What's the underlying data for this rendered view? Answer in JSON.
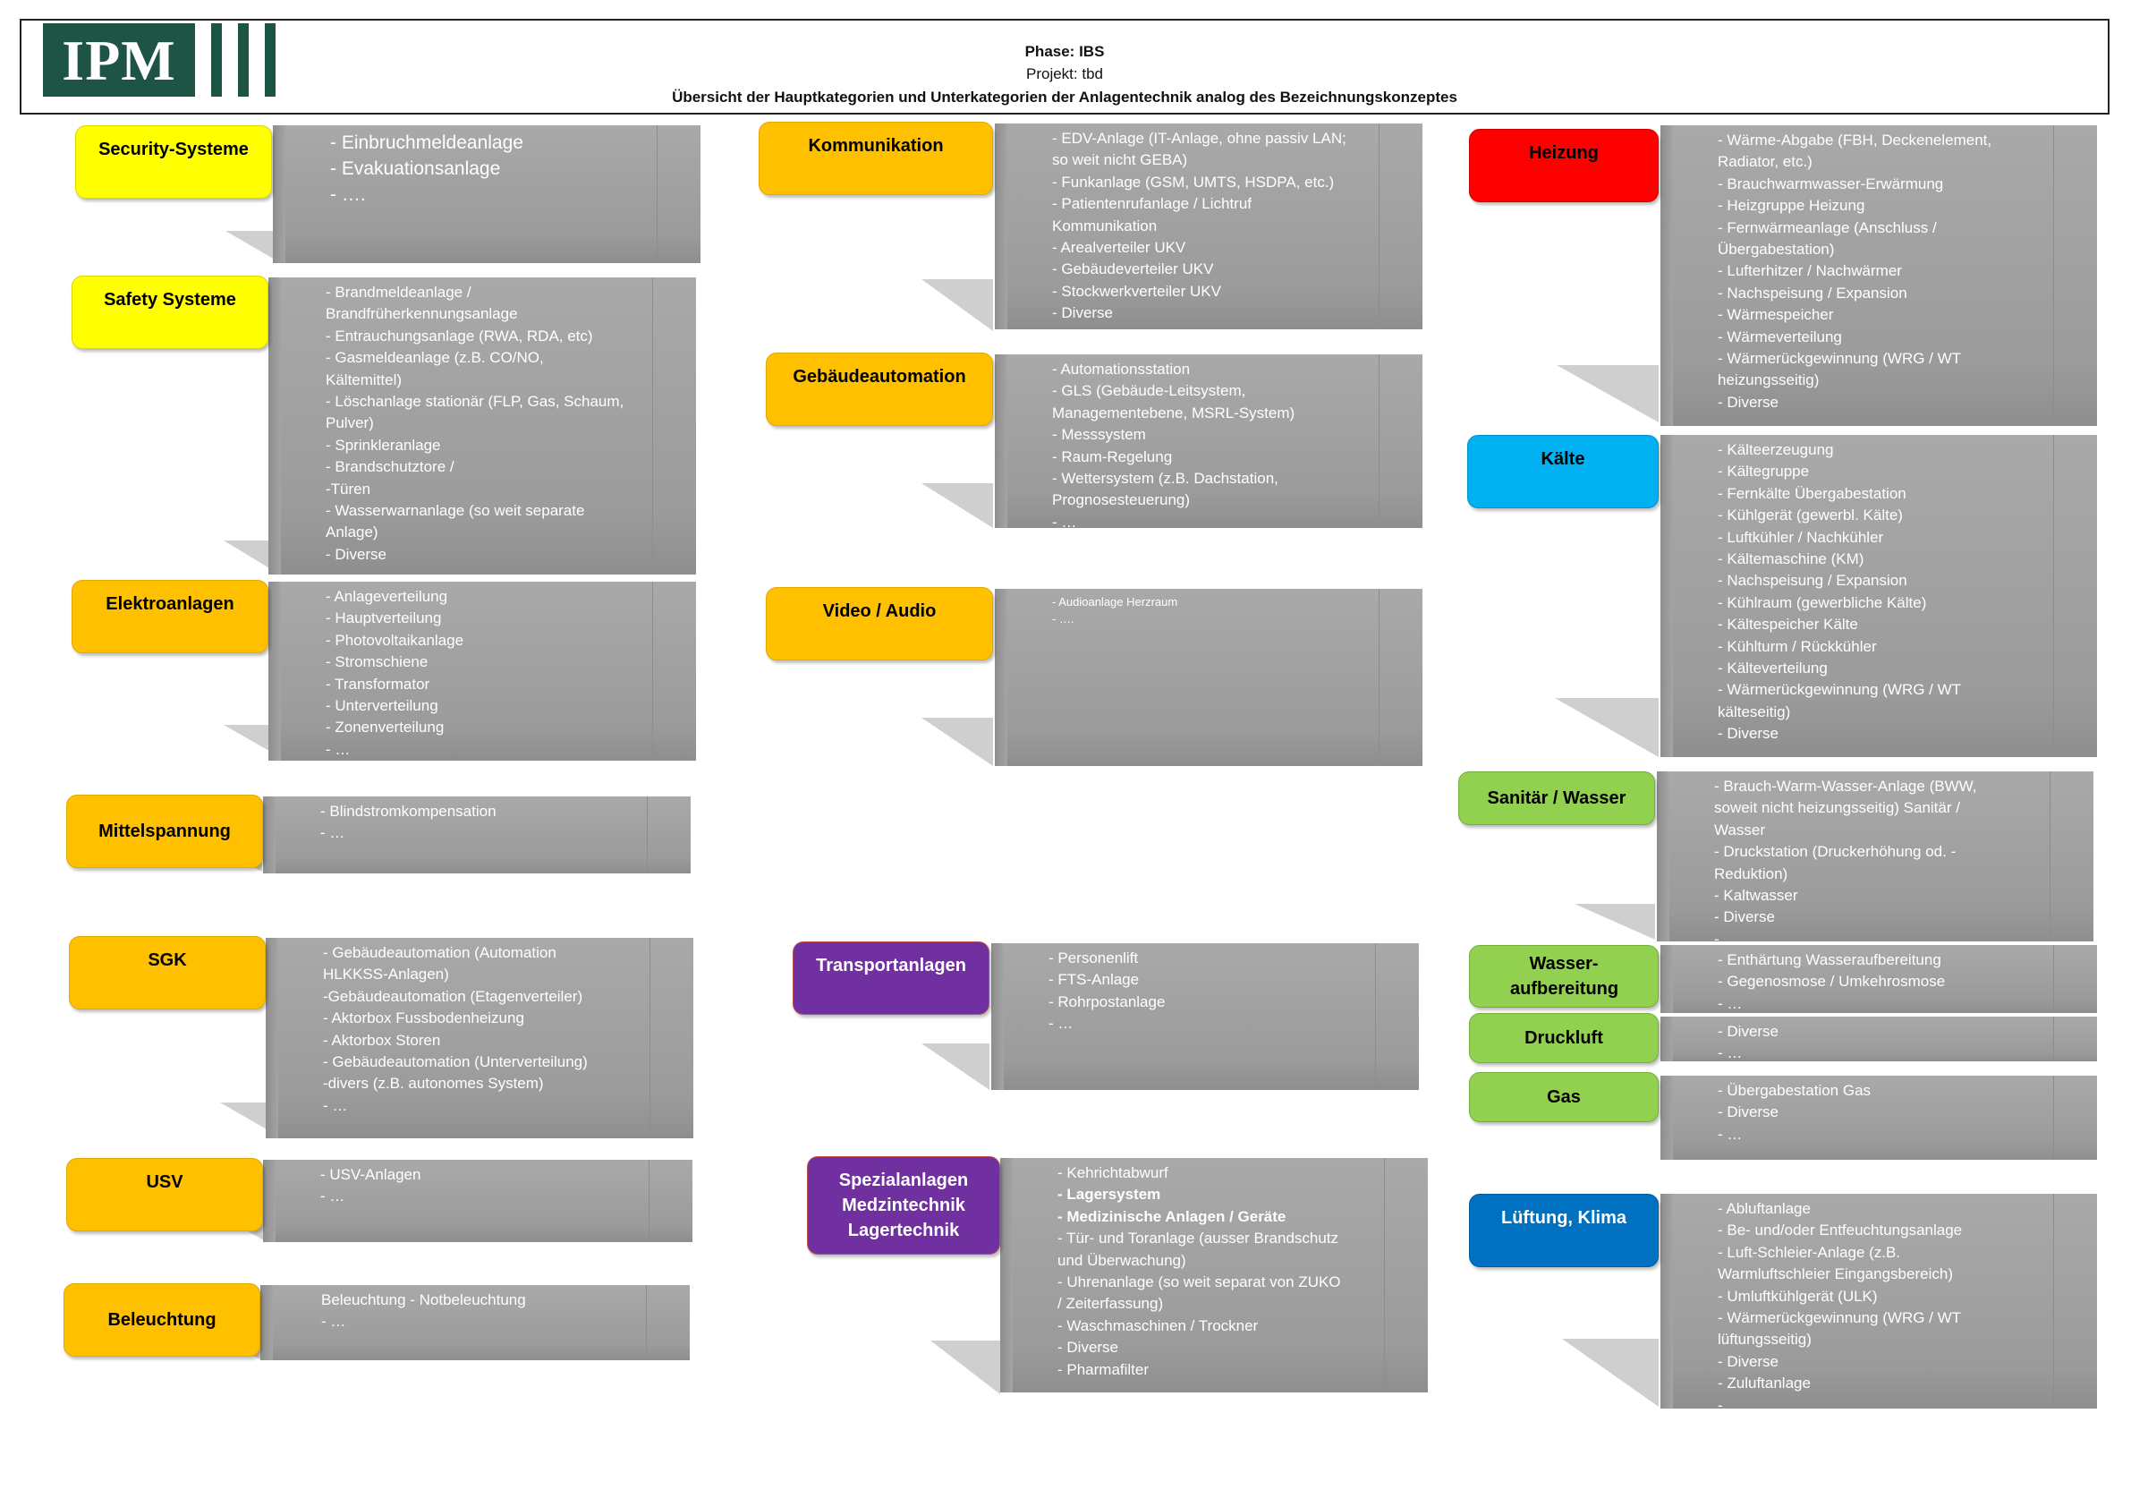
{
  "header": {
    "logo": "IPM",
    "phase": "Phase: IBS",
    "project": "Projekt: tbd",
    "overview": "Übersicht der Hauptkategorien und Unterkategorien der  Anlagentechnik analog des Bezeichnungskonzeptes"
  },
  "colors": {
    "yellow": "#ffff00",
    "orange": "#ffc000",
    "red": "#ff0000",
    "cyan": "#00b0f0",
    "green": "#92d050",
    "purple": "#7030a0",
    "blue": "#0070c0",
    "item_box": "#a6a6a6"
  },
  "categories": {
    "security": {
      "label": "Security-Systeme",
      "items": [
        "- Einbruchmeldeanlage",
        "- Evakuationsanlage",
        "- …."
      ]
    },
    "safety": {
      "label": "Safety Systeme",
      "items": [
        "- Brandmeldeanlage /",
        "Brandfrüherkennungsanlage",
        "- Entrauchungsanlage (RWA, RDA, etc)",
        "- Gasmeldeanlage (z.B. CO/NO,",
        "Kältemittel)",
        "- Löschanlage stationär (FLP, Gas, Schaum,",
        "Pulver)",
        "- Sprinkleranlage",
        "- Brandschutztore /",
        "-Türen",
        " - Wasserwarnanlage (so weit separate",
        "Anlage)",
        "- Diverse"
      ]
    },
    "elektro": {
      "label": "Elektroanlagen",
      "items": [
        "- Anlageverteilung",
        "- Hauptverteilung",
        "- Photovoltaikanlage",
        "- Stromschiene",
        "- Transformator",
        "- Unterverteilung",
        "- Zonenverteilung",
        "- …"
      ]
    },
    "mittelspannung": {
      "label": "Mittelspannung",
      "items": [
        "- Blindstromkompensation",
        "- …"
      ]
    },
    "sgk": {
      "label": "SGK",
      "items": [
        "- Gebäudeautomation (Automation",
        "HLKKSS-Anlagen)",
        "-Gebäudeautomation (Etagenverteiler)",
        "- Aktorbox Fussbodenheizung",
        "- Aktorbox Storen",
        "- Gebäudeautomation (Unterverteilung)",
        "-divers (z.B. autonomes System)",
        "- …"
      ]
    },
    "usv": {
      "label": "USV",
      "items": [
        "- USV-Anlagen",
        "- …"
      ]
    },
    "beleuchtung": {
      "label": "Beleuchtung",
      "items": [
        "Beleuchtung - Notbeleuchtung",
        "- …"
      ]
    },
    "kommunikation": {
      "label": "Kommunikation",
      "items": [
        "- EDV-Anlage (IT-Anlage, ohne passiv LAN;",
        "so weit nicht GEBA)",
        "- Funkanlage (GSM, UMTS, HSDPA, etc.)",
        "- Patientenrufanlage / Lichtruf",
        "Kommunikation",
        "- Arealverteiler UKV",
        "- Gebäudeverteiler UKV",
        "- Stockwerkverteiler UKV",
        "- Diverse"
      ]
    },
    "gebaeudeautomation": {
      "label": "Gebäudeautomation",
      "items": [
        "- Automationsstation",
        "- GLS (Gebäude-Leitsystem,",
        "Managementebene, MSRL-System)",
        "- Messsystem",
        "- Raum-Regelung",
        "- Wettersystem (z.B. Dachstation,",
        "Prognosesteuerung)",
        "- …"
      ]
    },
    "video": {
      "label": "Video / Audio",
      "items": [
        "- Audioanlage Herzraum",
        "- …."
      ]
    },
    "transport": {
      "label": "Transportanlagen",
      "items": [
        " - Personenlift",
        "- FTS-Anlage",
        "- Rohrpostanlage",
        "- …"
      ]
    },
    "spezial": {
      "label": "Spezialanlagen Medzintechnik Lagertechnik",
      "items": [
        "- Kehrichtabwurf",
        "- Lagersystem",
        "- Medizinische Anlagen / Geräte",
        "- Tür- und Toranlage (ausser Brandschutz",
        "und Überwachung)",
        "- Uhrenanlage (so weit separat von ZUKO",
        "/ Zeiterfassung)",
        "- Waschmaschinen / Trockner",
        "- Diverse",
        "- Pharmafilter"
      ]
    },
    "heizung": {
      "label": "Heizung",
      "items": [
        "- Wärme-Abgabe (FBH, Deckenelement,",
        "Radiator, etc.)",
        "- Brauchwarmwasser-Erwärmung",
        "- Heizgruppe Heizung",
        "- Fernwärmeanlage (Anschluss /",
        "Übergabestation)",
        "- Lufterhitzer / Nachwärmer",
        " - Nachspeisung / Expansion",
        "- Wärmespeicher",
        " - Wärmeverteilung",
        "- Wärmerückgewinnung (WRG / WT",
        "heizungsseitig)",
        " - Diverse"
      ]
    },
    "kaelte": {
      "label": "Kälte",
      "items": [
        "- Kälteerzeugung",
        "- Kältegruppe",
        "- Fernkälte Übergabestation",
        "- Kühlgerät (gewerbl. Kälte)",
        "- Luftkühler / Nachkühler",
        "- Kältemaschine (KM)",
        "- Nachspeisung / Expansion",
        "- Kühlraum (gewerbliche Kälte)",
        "- Kältespeicher Kälte",
        "- Kühlturm / Rückkühler",
        "- Kälteverteilung",
        "- Wärmerückgewinnung (WRG / WT",
        "kälteseitig)",
        "- Diverse"
      ]
    },
    "sanitaer": {
      "label": "Sanitär / Wasser",
      "items": [
        "- Brauch-Warm-Wasser-Anlage (BWW,",
        "soweit nicht heizungsseitig) Sanitär /",
        "Wasser",
        "- Druckstation (Druckerhöhung od. -",
        "Reduktion)",
        "- Kaltwasser",
        "- Diverse",
        "- …"
      ]
    },
    "wasseraufbereitung": {
      "label": "Wasser-aufbereitung",
      "items": [
        " - Enthärtung Wasseraufbereitung",
        " - Gegenosmose / Umkehrosmose",
        "- …"
      ]
    },
    "druckluft": {
      "label": "Druckluft",
      "items": [
        "- Diverse",
        "- …"
      ]
    },
    "gas": {
      "label": "Gas",
      "items": [
        "- Übergabestation Gas",
        "- Diverse",
        "- …"
      ]
    },
    "lueftung": {
      "label": "Lüftung, Klima",
      "items": [
        "- Abluftanlage",
        "- Be- und/oder Entfeuchtungsanlage",
        "  - Luft-Schleier-Anlage (z.B.",
        "Warmluftschleier Eingangsbereich)",
        "- Umluftkühlgerät (ULK)",
        "- Wärmerückgewinnung (WRG / WT",
        "lüftungsseitig)",
        "- Diverse",
        "- Zuluftanlage",
        "- …"
      ]
    }
  }
}
